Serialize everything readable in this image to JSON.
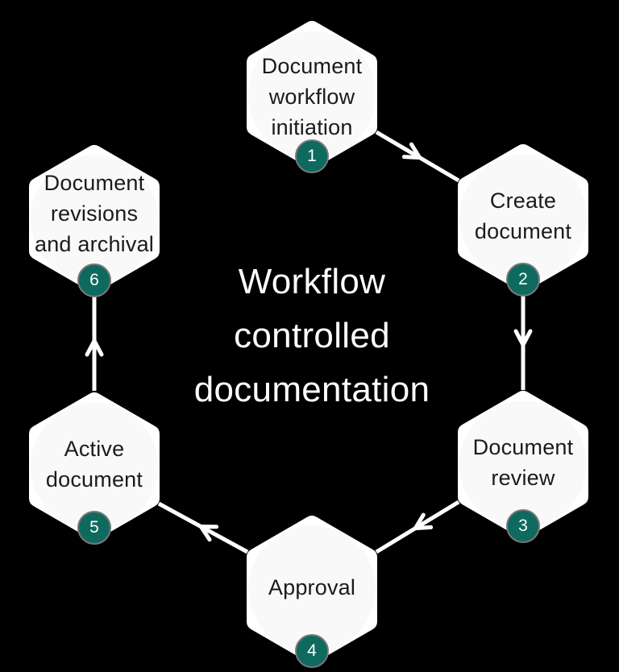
{
  "diagram": {
    "title": "Workflow\ncontrolled\ndocumentation",
    "background_color": "#000000",
    "hexagon_color": "#ffffff",
    "label_text_color": "#1b1b1b",
    "title_color": "#ffffff",
    "arrow_color": "#ffffff",
    "badge_color": "#0e6a5f",
    "badge_ring_color": "#787878",
    "badge_number_color": "#ffffff",
    "steps": [
      {
        "number": "1",
        "label": "Document\nworkflow\ninitiation"
      },
      {
        "number": "2",
        "label": "Create\ndocument"
      },
      {
        "number": "3",
        "label": "Document\nreview"
      },
      {
        "number": "4",
        "label": "Approval"
      },
      {
        "number": "5",
        "label": "Active\ndocument"
      },
      {
        "number": "6",
        "label": "Document\nrevisions\nand archival"
      }
    ]
  }
}
